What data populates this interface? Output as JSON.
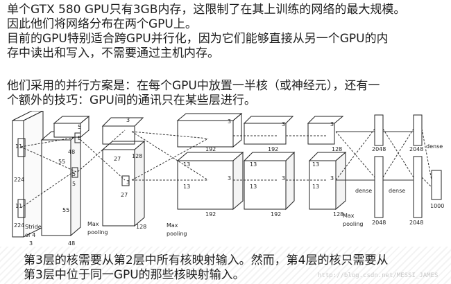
{
  "intro": {
    "lines": [
      "单个GTX 580 GPU只有3GB内存，这限制了在其上训练的网络的最大规模。",
      "因此他们将网络分布在两个GPU上。",
      "目前的GPU特别适合跨GPU并行化，因为它们能够直接从另一个GPU的内",
      "存中读出和写入，不需要通过主机内存。"
    ]
  },
  "scheme": {
    "lines": [
      "他们采用的并行方案是：在每个GPU中放置一半核（或神经元），还有一",
      "个额外的技巧：GPU间的通讯只在某些层进行。"
    ]
  },
  "figure": {
    "input": {
      "size_a": "224",
      "size_b": "224",
      "depth": "3",
      "kernel_a": "11",
      "kernel_b": "11",
      "stride": "Stride\nof 4"
    },
    "conv1": {
      "size": "55",
      "size2": "55",
      "depth": "48",
      "depth2": "48",
      "k_a": "5",
      "k_b": "5",
      "k_c": "5",
      "k_d": "5"
    },
    "conv2": {
      "size": "27",
      "size2": "27",
      "depth": "128",
      "depth2": "128",
      "k": "3",
      "k2": "3"
    },
    "pool1_label": "Max\npooling",
    "conv3": {
      "size": "13",
      "size2": "13",
      "depth": "192",
      "depth2": "192",
      "k": "3",
      "k2": "3"
    },
    "conv4": {
      "size": "13",
      "size2": "13",
      "depth": "192",
      "depth2": "192",
      "k": "3",
      "k2": "3"
    },
    "conv5": {
      "size": "13",
      "size2": "13",
      "depth": "128",
      "depth2": "128",
      "k": "3",
      "k2": "3"
    },
    "pool2_label": "Max\npooling",
    "pool3_label": "Max\npooling",
    "fc": {
      "a": "2048",
      "b": "2048",
      "c": "2048",
      "d": "2048",
      "dense": "dense",
      "out": "1000"
    }
  },
  "bottom": {
    "lines": [
      "第3层的核需要从第2层中所有核映射输入。然而，第4层的核只需要从",
      "第3层中位于同一GPU的那些核映射输入。"
    ]
  },
  "watermark": "http://blog.csdn.net/MESSI_JAMES"
}
